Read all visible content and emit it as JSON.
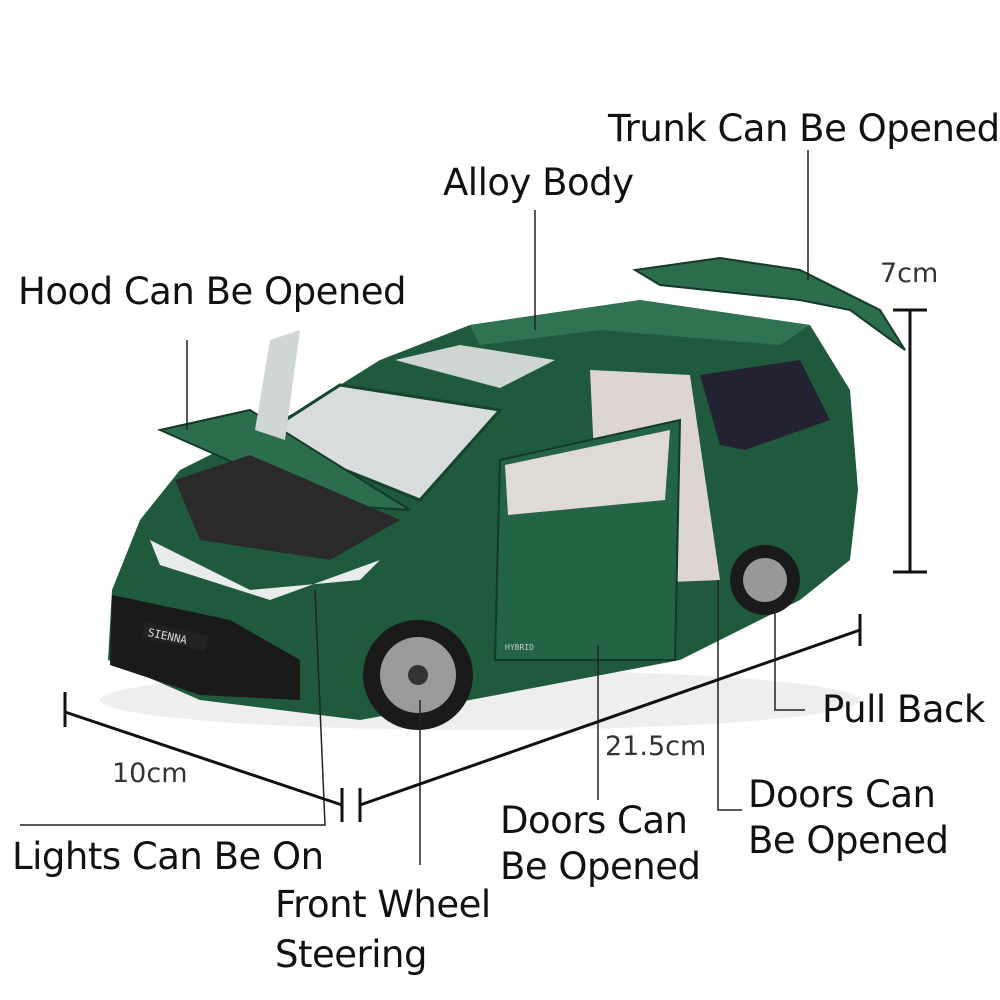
{
  "labels": {
    "trunk": "Trunk Can Be Opened",
    "alloy": "Alloy Body",
    "hood": "Hood Can Be Opened",
    "pull_back": "Pull Back",
    "doors_front": [
      "Doors Can",
      "Be Opened"
    ],
    "doors_rear": [
      "Doors Can",
      "Be Opened"
    ],
    "lights": "Lights Can Be On",
    "steering": [
      "Front Wheel",
      "Steering"
    ]
  },
  "dimensions": {
    "height": "7cm",
    "width": "10cm",
    "length": "21.5cm"
  },
  "car": {
    "badge_front": "SIENNA",
    "badge_side": "HYBRID",
    "body_color": "#1f5a3c",
    "interior_color": "#ddd6cf"
  }
}
